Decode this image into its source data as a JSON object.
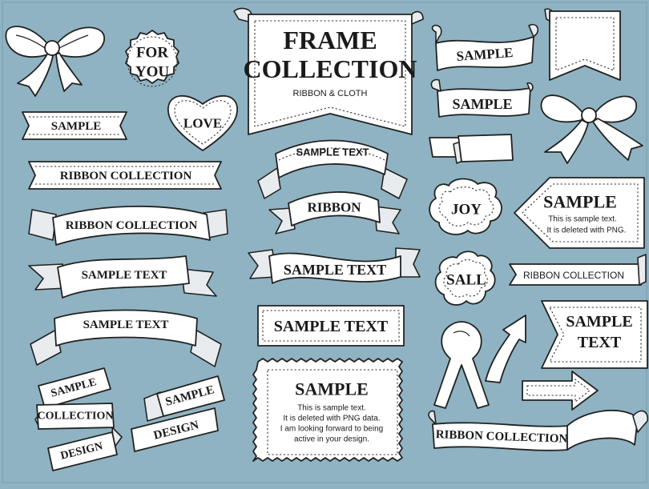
{
  "title": {
    "line1": "FRAME",
    "line2": "COLLECTION",
    "subtitle": "RIBBON & CLOTH"
  },
  "labels": {
    "for_you_1": "FOR",
    "for_you_2": "YOU",
    "love": "LOVE",
    "sample_small": "SAMPLE",
    "ribbon_collection_flat": "RIBBON COLLECTION",
    "ribbon_collection_curved": "RIBBON COLLECTION",
    "sample_text_wave": "SAMPLE TEXT",
    "sample_text_arch": "SAMPLE TEXT",
    "stack_1": "SAMPLE",
    "stack_2": "COLLECTION",
    "stack_3": "DESIGN",
    "pair_1": "SAMPLE",
    "pair_2": "DESIGN",
    "mid_sample_text_top": "SAMPLE TEXT",
    "mid_ribbon": "RIBBON",
    "mid_sample_text_big": "SAMPLE TEXT",
    "mid_box": "SAMPLE TEXT",
    "note_title": "SAMPLE",
    "note_line1": "This is sample text.",
    "note_line2": "It is deleted with PNG data.",
    "note_line3": "I am looking forward to being",
    "note_line4": "active in your design.",
    "scroll_sample": "SAMPLE",
    "scroll_sample_2": "SAMPLE",
    "joy": "JOY",
    "sall": "SALL",
    "tag_title": "SAMPLE",
    "tag_line1": "This is sample text.",
    "tag_line2": "It is deleted with PNG.",
    "ribbon_collection_right": "RIBBON COLLECTION",
    "banner_right_1": "SAMPLE",
    "banner_right_2": "TEXT",
    "ribbon_collection_bottom": "RIBBON COLLECTION"
  },
  "colors": {
    "background": "#8fb3c2",
    "ink": "#222222",
    "paper": "#ffffff"
  }
}
